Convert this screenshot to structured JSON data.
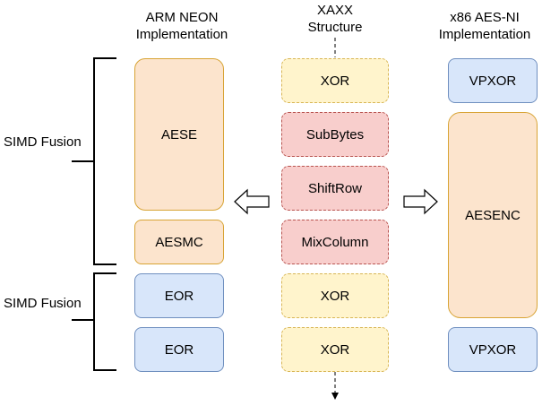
{
  "headers": {
    "arm": [
      "ARM NEON",
      "Implementation"
    ],
    "xaxx": [
      "XAXX",
      "Structure"
    ],
    "x86": [
      "x86 AES-NI",
      "Implementation"
    ]
  },
  "fusion_labels": [
    "SIMD Fusion",
    "SIMD Fusion"
  ],
  "arm_boxes": [
    "AESE",
    "AESMC",
    "EOR",
    "EOR"
  ],
  "xaxx_boxes": [
    "XOR",
    "SubBytes",
    "ShiftRow",
    "MixColumn",
    "XOR",
    "XOR"
  ],
  "x86_boxes": [
    "VPXOR",
    "AESENC",
    "VPXOR"
  ],
  "colors": {
    "orange_fill": "#fce4cd",
    "orange_border": "#d8a435",
    "blue_fill": "#d8e6fa",
    "blue_border": "#6f8fbf",
    "xor_fill": "#fff4cc",
    "xor_border": "#d8b656",
    "red_fill": "#f8cecc",
    "red_border": "#b85450"
  }
}
